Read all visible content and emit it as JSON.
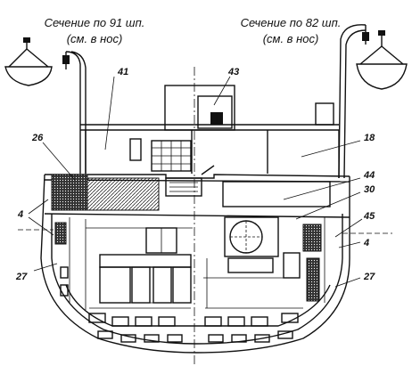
{
  "headings": {
    "left_line1": "Сечение по 91 шп.",
    "left_line2": "(см. в нос)",
    "right_line1": "Сечение по 82 шп.",
    "right_line2": "(см. в нос)"
  },
  "callouts": {
    "c41": "41",
    "c43": "43",
    "c26": "26",
    "c18": "18",
    "c44": "44",
    "c30": "30",
    "c4_left": "4",
    "c45": "45",
    "c4_right": "4",
    "c27_left": "27",
    "c27_right": "27"
  }
}
